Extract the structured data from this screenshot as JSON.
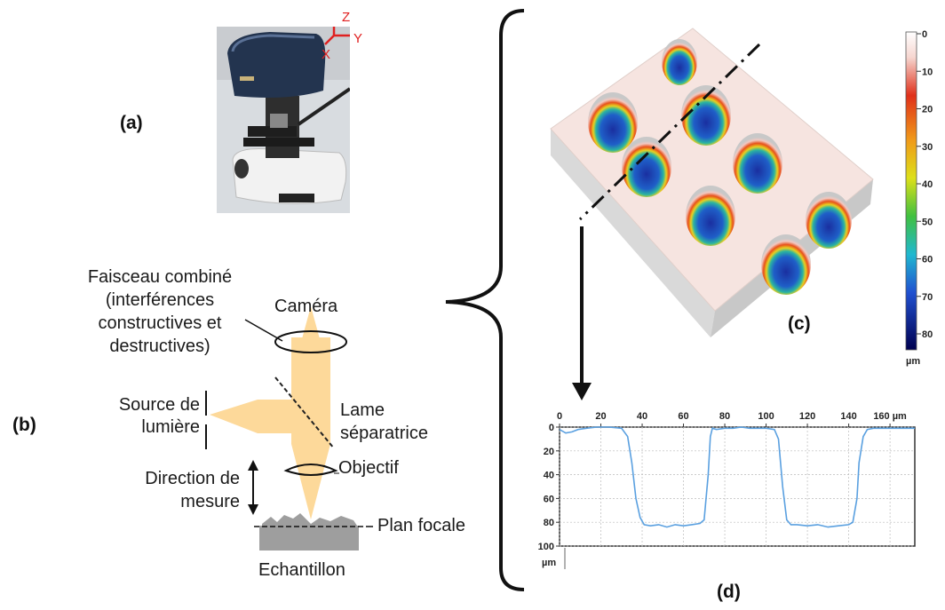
{
  "labels": {
    "a": "(a)",
    "b": "(b)",
    "c": "(c)",
    "d": "(d)"
  },
  "axes_3d": {
    "z": "Z",
    "y": "Y",
    "x": "X"
  },
  "diagram": {
    "combined_beam": "Faisceau combiné\n(interférences\nconstructives et\ndestructives)",
    "camera": "Caméra",
    "light_source": "Source de\nlumière",
    "beam_splitter": "Lame\nséparatrice",
    "objective": "Objectif",
    "measure_direction": "Direction de\nmesure",
    "focal_plane": "Plan focale",
    "sample": "Echantillon"
  },
  "colors": {
    "beam": "#fdd99a",
    "sample": "#9e9e9e",
    "profile_line": "#5aa0e0",
    "surface_top": "#f6e4e0",
    "surface_side": "#d9d9d9"
  },
  "colorbar": {
    "ticks": [
      "0",
      "10",
      "20",
      "30",
      "40",
      "50",
      "60",
      "70",
      "80"
    ],
    "unit": "µm"
  },
  "chart_data": {
    "type": "line",
    "x_tick_labels": [
      "0",
      "20",
      "40",
      "60",
      "80",
      "100",
      "120",
      "140",
      "160 µm"
    ],
    "y_tick_labels": [
      "0",
      "20",
      "40",
      "60",
      "80",
      "100"
    ],
    "y_unit": "µm",
    "xlim": [
      0,
      172
    ],
    "ylim": [
      0,
      100
    ],
    "y_inverted": true,
    "grid": true,
    "series": [
      {
        "x": [
          0,
          3,
          6,
          9,
          13,
          18,
          24,
          30,
          33,
          35,
          37,
          39,
          41,
          44,
          48,
          52,
          56,
          60,
          64,
          68,
          70,
          72,
          73,
          74,
          76,
          80,
          84,
          88,
          92,
          96,
          100,
          104,
          106,
          108,
          110,
          112,
          115,
          120,
          125,
          130,
          135,
          140,
          142,
          144,
          145,
          147,
          149,
          152,
          156,
          160,
          165,
          172
        ],
        "y": [
          2,
          5,
          4,
          2,
          1,
          0,
          0,
          1,
          8,
          30,
          60,
          76,
          82,
          83,
          82,
          84,
          82,
          83,
          82,
          81,
          78,
          40,
          8,
          1,
          2,
          1,
          1,
          0,
          1,
          1,
          1,
          2,
          10,
          50,
          78,
          82,
          82,
          83,
          82,
          84,
          83,
          82,
          80,
          60,
          30,
          8,
          2,
          1,
          1,
          1,
          1,
          1
        ]
      }
    ]
  }
}
